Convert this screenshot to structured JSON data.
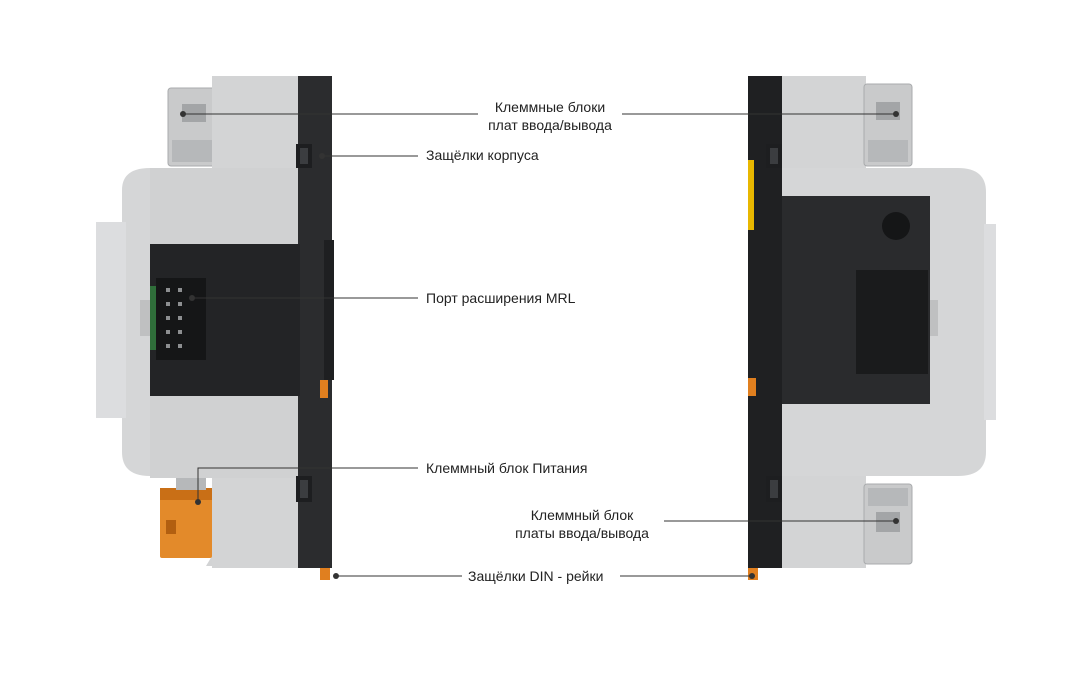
{
  "colors": {
    "body_gray": "#cfd0d1",
    "body_light": "#dedfe0",
    "front_black": "#2a2b2d",
    "front_dark": "#1f2022",
    "accent_orange": "#e07f1f",
    "accent_yellow": "#e8b700",
    "leader_line": "#333333",
    "text": "#222222"
  },
  "callouts": {
    "io_terminals_top": {
      "line1": "Клеммные блоки",
      "line2": "плат ввода/вывода"
    },
    "case_latches": "Защёлки корпуса",
    "mrl_port": "Порт расширения MRL",
    "power_terminal": "Клеммный блок Питания",
    "io_terminal_bottom": {
      "line1": "Клеммный блок",
      "line2": "платы ввода/вывода"
    },
    "din_latches": "Защёлки DIN - рейки"
  }
}
